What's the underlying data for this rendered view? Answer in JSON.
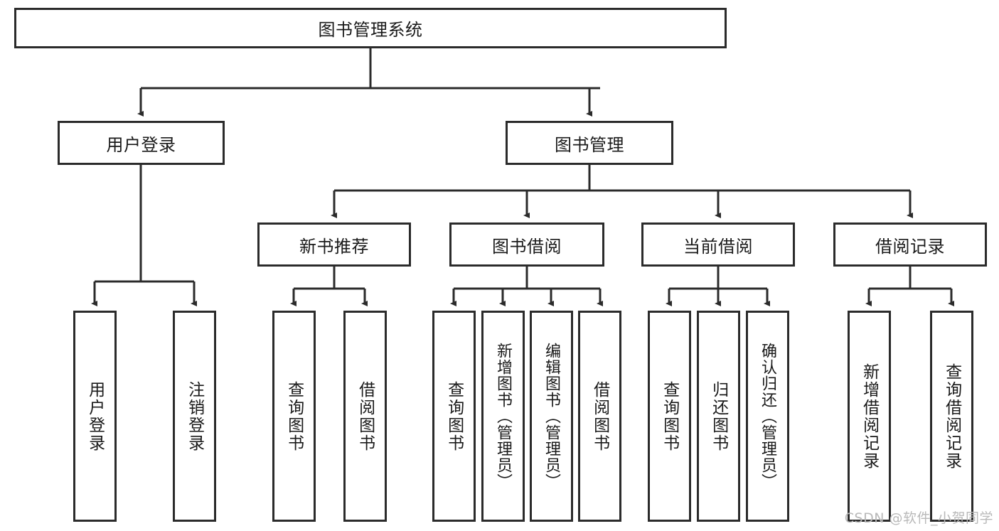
{
  "diagram": {
    "title": "图书管理系统",
    "type": "tree-hierarchy",
    "watermark": "CSDN @软件_小贺同学",
    "colors": {
      "border": "#2b2b2b",
      "background": "#ffffff",
      "text": "#1a1a1a",
      "watermark": "#b9b9b9"
    },
    "levels": {
      "root": {
        "label": "图书管理系统"
      },
      "level2": [
        {
          "label": "用户登录"
        },
        {
          "label": "图书管理"
        }
      ],
      "level3": [
        {
          "label": "新书推荐"
        },
        {
          "label": "图书借阅"
        },
        {
          "label": "当前借阅"
        },
        {
          "label": "借阅记录"
        }
      ],
      "leaves": [
        {
          "label": "用户登录",
          "parent": "用户登录"
        },
        {
          "label": "注销登录",
          "parent": "用户登录"
        },
        {
          "label": "查询图书",
          "parent": "新书推荐"
        },
        {
          "label": "借阅图书",
          "parent": "新书推荐"
        },
        {
          "label": "查询图书",
          "parent": "图书借阅"
        },
        {
          "label": "新增图书（管理员）",
          "parent": "图书借阅"
        },
        {
          "label": "编辑图书（管理员）",
          "parent": "图书借阅"
        },
        {
          "label": "借阅图书",
          "parent": "图书借阅"
        },
        {
          "label": "查询图书",
          "parent": "当前借阅"
        },
        {
          "label": "归还图书",
          "parent": "当前借阅"
        },
        {
          "label": "确认归还（管理员）",
          "parent": "当前借阅"
        },
        {
          "label": "新增借阅记录",
          "parent": "借阅记录"
        },
        {
          "label": "查询借阅记录",
          "parent": "借阅记录"
        }
      ]
    }
  }
}
